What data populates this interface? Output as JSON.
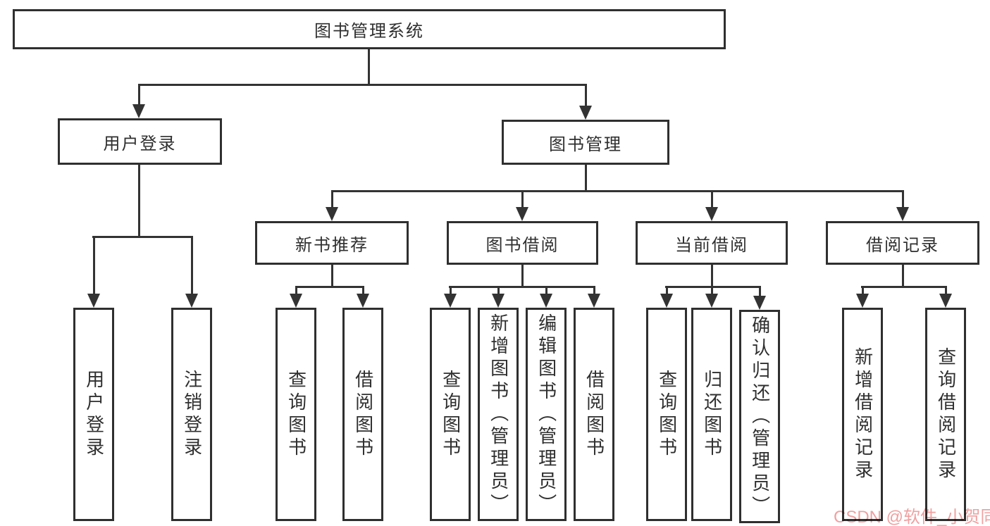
{
  "diagram": {
    "title": "图书管理系统",
    "root": {
      "label": "图书管理系统"
    },
    "level2": [
      {
        "id": "user-login",
        "label": "用户登录"
      },
      {
        "id": "book-management",
        "label": "图书管理"
      }
    ],
    "level3": [
      {
        "id": "new-book-recommend",
        "parent": "book-management",
        "label": "新书推荐"
      },
      {
        "id": "book-borrow",
        "parent": "book-management",
        "label": "图书借阅"
      },
      {
        "id": "current-borrow",
        "parent": "book-management",
        "label": "当前借阅"
      },
      {
        "id": "borrow-records",
        "parent": "book-management",
        "label": "借阅记录"
      }
    ],
    "leaves": [
      {
        "parent": "user-login",
        "label": "用户登录"
      },
      {
        "parent": "user-login",
        "label": "注销登录"
      },
      {
        "parent": "new-book-recommend",
        "label": "查询图书"
      },
      {
        "parent": "new-book-recommend",
        "label": "借阅图书"
      },
      {
        "parent": "book-borrow",
        "label": "查询图书"
      },
      {
        "parent": "book-borrow",
        "label": "新增图书（管理员）"
      },
      {
        "parent": "book-borrow",
        "label": "编辑图书（管理员）"
      },
      {
        "parent": "book-borrow",
        "label": "借阅图书"
      },
      {
        "parent": "current-borrow",
        "label": "查询图书"
      },
      {
        "parent": "current-borrow",
        "label": "归还图书"
      },
      {
        "parent": "current-borrow",
        "label": "确认归还（管理员）"
      },
      {
        "parent": "borrow-records",
        "label": "新增借阅记录"
      },
      {
        "parent": "borrow-records",
        "label": "查询借阅记录"
      }
    ]
  },
  "watermark": {
    "text": "CSDN @软件_小贺同学",
    "color": "#f0a0a0"
  },
  "colors": {
    "line": "#333333",
    "box_border": "#2f2f2f",
    "text": "#2f2f2f",
    "background": "#ffffff"
  }
}
